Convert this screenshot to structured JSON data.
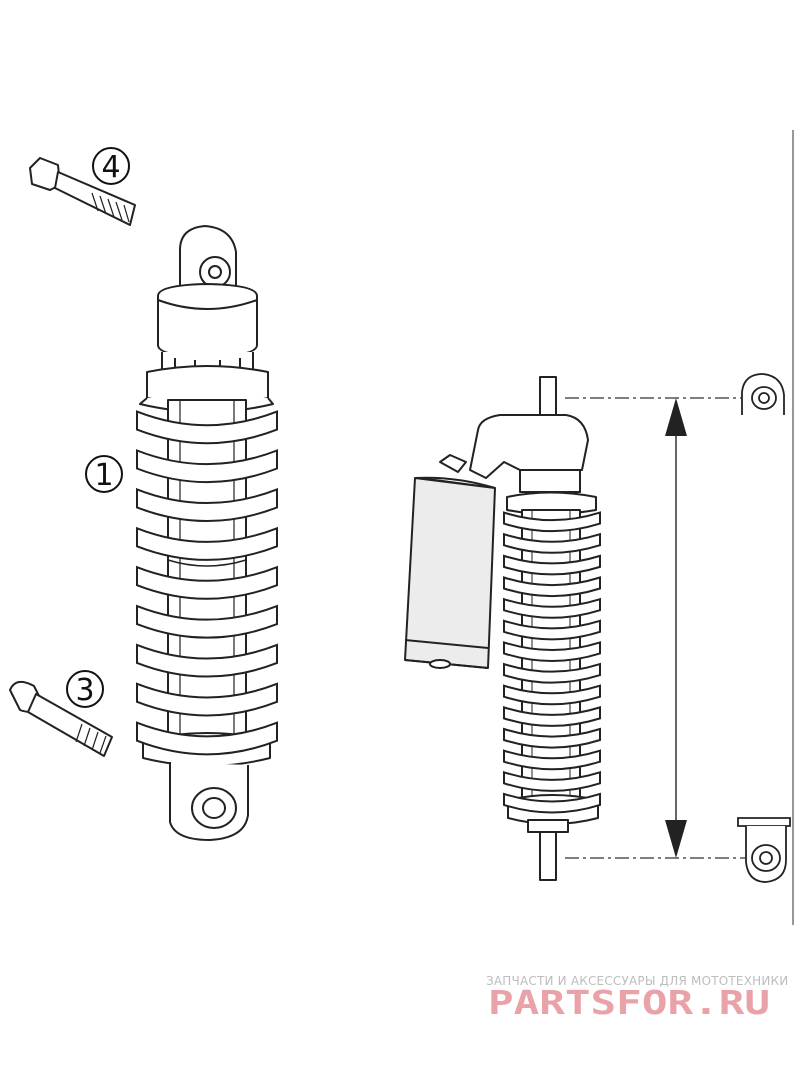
{
  "callouts": [
    {
      "id": "1",
      "label": "1"
    },
    {
      "id": "3",
      "label": "3"
    },
    {
      "id": "4",
      "label": "4"
    }
  ],
  "watermark": {
    "tagline": "ЗАПЧАСТИ И АКСЕССУАРЫ ДЛЯ МОТОТЕХНИКИ",
    "logo_text": "PARTSFOR.RU",
    "color": "#e9a3a8"
  },
  "colors": {
    "line": "#222222",
    "fill": "#ffffff",
    "reservoir": "#ececec",
    "dimension": "#333333"
  }
}
